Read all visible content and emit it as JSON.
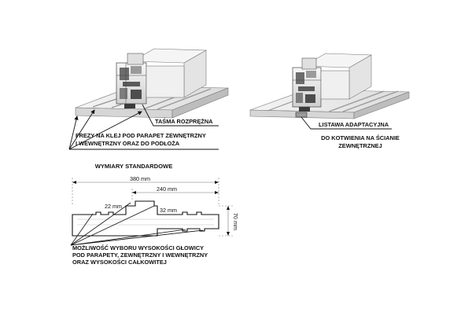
{
  "left_detail": {
    "label_tape": "TAŚMA ROZPRĘŻNA",
    "label_grooves_line1": "FREZY NA KLEJ POD PARAPET ZEWNĘTRZNY",
    "label_grooves_line2": "I WEWNĘTRZNY ORAZ DO PODŁOŻA"
  },
  "right_detail": {
    "label_strip": "LISTAWA ADAPTACYJNA",
    "label_anchor_line1": "DO KOTWIENIA NA ŚCIANIE",
    "label_anchor_line2": "ZEWNĘTRZNEJ"
  },
  "section": {
    "title": "WYMIARY STANDARDOWE",
    "dim_total_width": "380 mm",
    "dim_partial_width": "240 mm",
    "dim_small_height": "22 mm",
    "dim_step_height": "32 mm",
    "dim_total_height": "70 mm",
    "note_line1": "MOŻLIWOŚĆ WYBORU WYSOKOŚCI GŁOWICY",
    "note_line2": "POD PARAPETY, ZEWNĘTRZNY I WEWNĘTRZNY",
    "note_line3": "ORAZ WYSOKOŚCI CAŁKOWITEJ"
  },
  "colors": {
    "line": "#111111",
    "profile_light": "#ececec",
    "profile_mid": "#c9c9c9",
    "profile_dark": "#555555"
  }
}
